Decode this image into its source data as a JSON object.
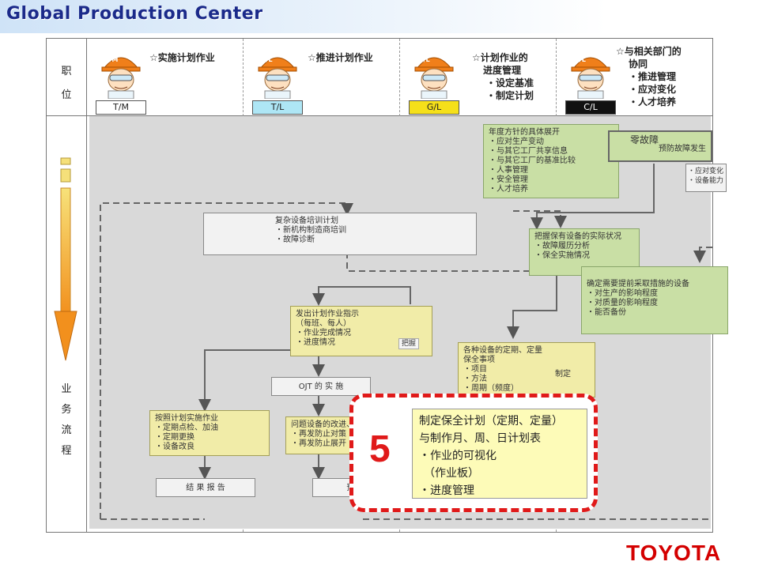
{
  "banner": {
    "title": "Global Production Center"
  },
  "brand": "TOYOTA",
  "left_labels": {
    "role": [
      "职",
      "位"
    ],
    "flow": [
      "业",
      "务",
      "流",
      "程"
    ]
  },
  "roles": [
    {
      "hat": "T/M",
      "badge": "T/M",
      "title": [
        "☆实施计划作业"
      ],
      "badge_color": "#ffffff",
      "hat_color": "#f07f1a"
    },
    {
      "hat": "T/L",
      "badge": "T/L",
      "title": [
        "☆推进计划作业"
      ],
      "badge_color": "#aee6f5",
      "hat_color": "#f07f1a"
    },
    {
      "hat": "G/L",
      "badge": "G/L",
      "title": [
        "☆计划作业的",
        "进度管理",
        "・设定基准",
        "・制定计划"
      ],
      "badge_color": "#f5e01a",
      "hat_color": "#f07f1a"
    },
    {
      "hat": "C/L",
      "badge": "C/L",
      "title": [
        "☆与相关部门的",
        "协同",
        "・推进管理",
        "・应对变化",
        "・人才培养"
      ],
      "badge_color": "#111111",
      "hat_color": "#f07f1a"
    }
  ],
  "boxes": {
    "annual": [
      "年度方针的具体展开",
      "・应对生产变动",
      "・与其它工厂共享信息",
      "・与其它工厂的基准比较",
      "・人事管理",
      "・安全管理",
      "・人才培养"
    ],
    "zero": [
      "零故障",
      "预防故障发生"
    ],
    "respond": [
      "・应对变化",
      "・设备能力"
    ],
    "training": [
      "复杂设备培训计划",
      "・新机构制造商培训",
      "・故障诊断"
    ],
    "grasp": [
      "把握保有设备的实际状况",
      "・故障履历分析",
      "・保全实施情况"
    ],
    "advance": [
      "确定需要提前采取措施的设备",
      "・对生产的影响程度",
      "・对质量的影响程度",
      "・能否备份"
    ],
    "instruct": [
      "发出计划作业指示",
      "（每班、每人）",
      "・作业完成情况",
      "・进度情况"
    ],
    "grasp_tag": "把握",
    "items": [
      "各种设备的定期、定量",
      "保全事项",
      "・项目",
      "・方法",
      "・周期（频度）"
    ],
    "make_tag": "制定",
    "ojt": "OJT 的 实 施",
    "execute": [
      "按照计划实施作业",
      "・定期点检、加油",
      "・定期更换",
      "・设备改良"
    ],
    "improve": [
      "问题设备的改进、改良",
      "・再发防止对策",
      "・再发防止展开"
    ],
    "report": "结 果 报 告",
    "prevent": "预 防"
  },
  "callout": {
    "number": "5",
    "lines": [
      "制定保全计划（定期、定量）",
      "与制作月、周、日计划表",
      "・作业的可视化",
      "（作业板）",
      "・进度管理"
    ]
  },
  "colors": {
    "accent_red": "#e01a1a",
    "green_box": "#c9dfa5",
    "yellow_box": "#f1eca8",
    "gray_area": "#d9d9d9",
    "arrow_orange": "#f5a623",
    "brand_red": "#d40000"
  }
}
